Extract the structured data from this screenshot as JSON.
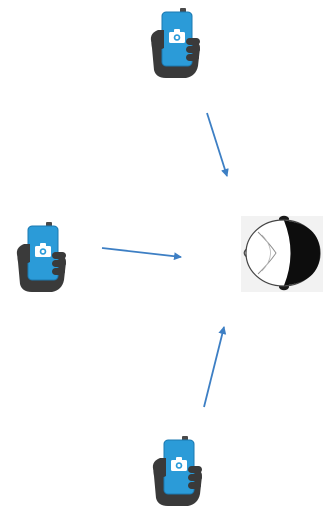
{
  "diagram": {
    "nodes": [
      {
        "id": "camera-top",
        "kind": "hand-holding-smartphone-camera",
        "icon": "phone-camera-icon"
      },
      {
        "id": "camera-left",
        "kind": "hand-holding-smartphone-camera",
        "icon": "phone-camera-icon"
      },
      {
        "id": "camera-bottom",
        "kind": "hand-holding-smartphone-camera",
        "icon": "phone-camera-icon"
      },
      {
        "id": "head-target",
        "kind": "head-top-view",
        "icon": "head-top-view-icon"
      }
    ],
    "edges": [
      {
        "from": "camera-top",
        "to": "head-target"
      },
      {
        "from": "camera-left",
        "to": "head-target"
      },
      {
        "from": "camera-bottom",
        "to": "head-target"
      }
    ]
  },
  "colors": {
    "phone_screen": "#2b9bd8",
    "hand": "#3a3a3a",
    "arrow": "#3d7fc4",
    "hair": "#0d0d0d",
    "head_bg": "#f2f2f2"
  }
}
